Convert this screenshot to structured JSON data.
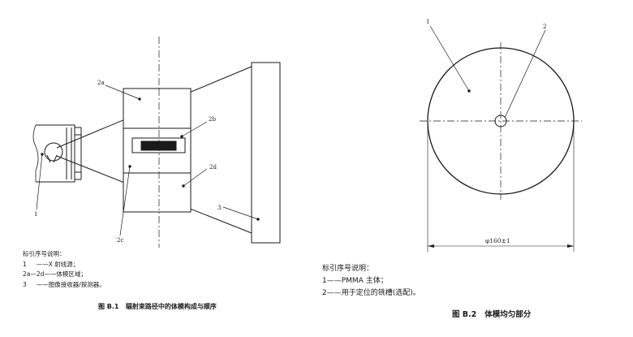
{
  "figure1": {
    "labels": {
      "l1": "1",
      "l2a": "2a",
      "l2b": "2b",
      "l2c": "2c",
      "l2d": "2d",
      "l3": "3"
    },
    "legend_title": "标引序号说明：",
    "legend_items": [
      "1     ——X 射线源；",
      "2a—2d——体模区域；",
      "3     ——图像接收器/探测器。"
    ],
    "caption": "图 B.1   辐射束路径中的体模构成与顺序"
  },
  "figure2": {
    "labels": {
      "l1": "1",
      "l2": "2"
    },
    "dimension": "φ160±1",
    "legend_title": "标引序号说明：",
    "legend_items": [
      "1——PMMA 主体；",
      "2——用于定位的铣槽(选配)。"
    ],
    "caption": "图 B.2   体模均匀部分"
  }
}
